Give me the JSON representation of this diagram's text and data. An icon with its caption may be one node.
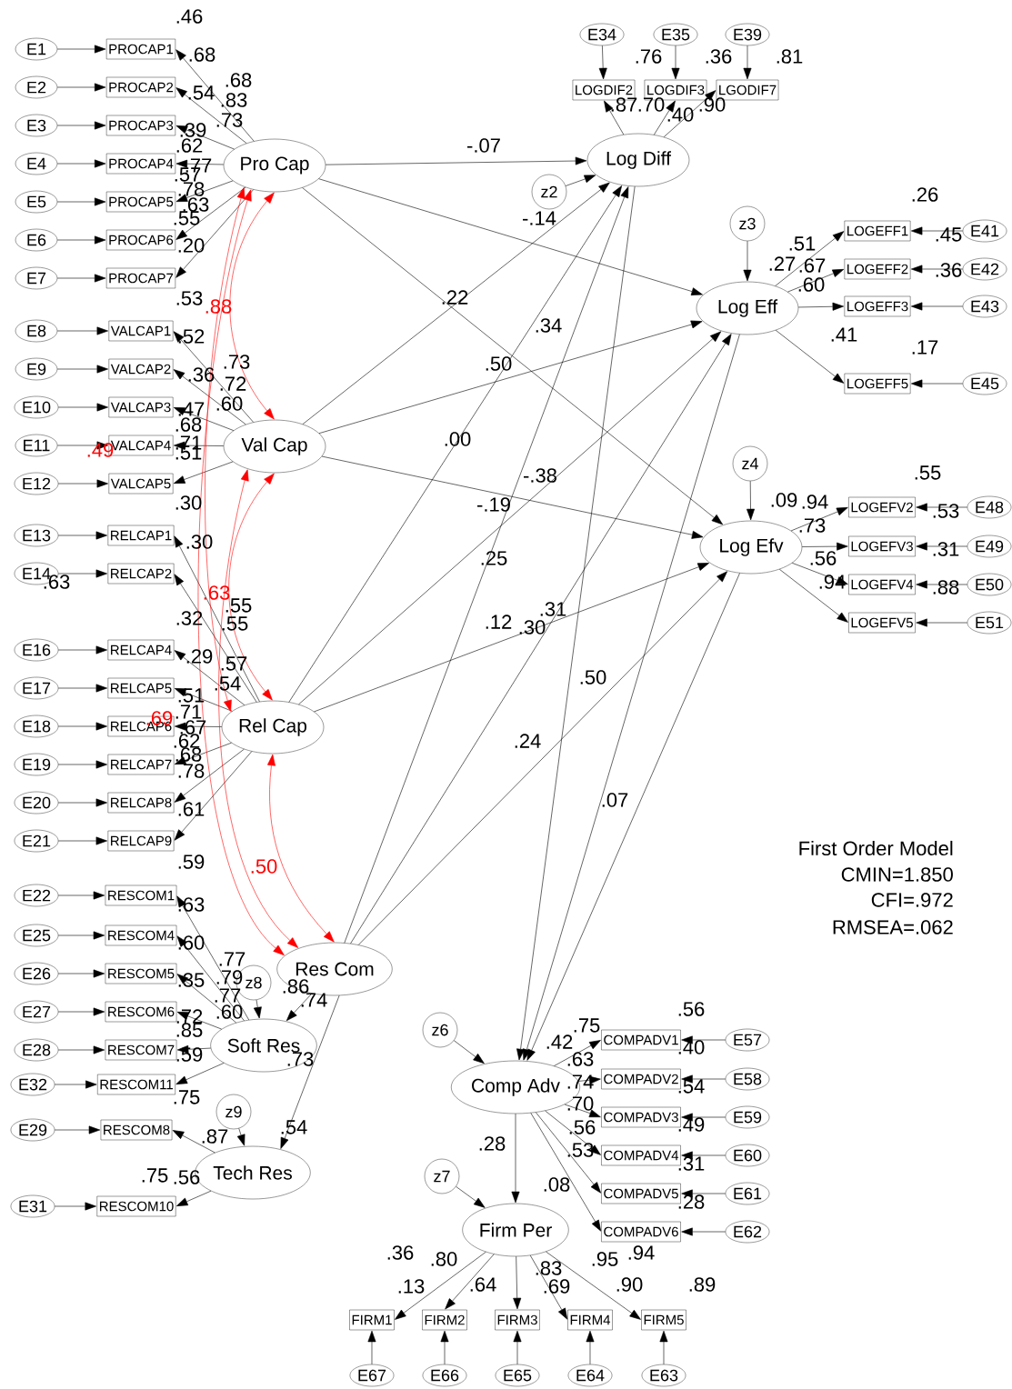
{
  "diagram": {
    "nodes": [
      {
        "text": [
          "E1"
        ]
      },
      {
        "text": [
          "PROCAP1"
        ]
      },
      {
        "text": [
          "E2"
        ]
      },
      {
        "text": [
          "PROCAP2"
        ]
      },
      {
        "text": [
          "E3"
        ]
      },
      {
        "text": [
          "PROCAP3"
        ]
      },
      {
        "text": [
          "E4"
        ]
      },
      {
        "text": [
          "PROCAP4"
        ]
      },
      {
        "text": [
          "E5"
        ]
      },
      {
        "text": [
          "PROCAP5"
        ]
      },
      {
        "text": [
          "E6"
        ]
      },
      {
        "text": [
          "PROCAP6"
        ]
      },
      {
        "text": [
          "E7"
        ]
      },
      {
        "text": [
          "PROCAP7"
        ]
      },
      {
        "text": [
          "E8"
        ]
      },
      {
        "text": [
          "VALCAP1"
        ]
      },
      {
        "text": [
          "E9"
        ]
      },
      {
        "text": [
          "VALCAP2"
        ]
      },
      {
        "text": [
          "E10"
        ]
      },
      {
        "text": [
          "VALCAP3"
        ]
      },
      {
        "text": [
          "E11"
        ]
      },
      {
        "text": [
          "VALCAP4"
        ]
      },
      {
        "text": [
          "E12"
        ]
      },
      {
        "text": [
          "VALCAP5"
        ]
      },
      {
        "text": [
          "E13"
        ]
      },
      {
        "text": [
          "RELCAP1"
        ]
      },
      {
        "text": [
          "E14"
        ]
      },
      {
        "text": [
          "RELCAP2"
        ]
      },
      {
        "text": [
          "E16"
        ]
      },
      {
        "text": [
          "RELCAP4"
        ]
      },
      {
        "text": [
          "E17"
        ]
      },
      {
        "text": [
          "RELCAP5"
        ]
      },
      {
        "text": [
          "E18"
        ]
      },
      {
        "text": [
          "RELCAP6"
        ]
      },
      {
        "text": [
          "E19"
        ]
      },
      {
        "text": [
          "RELCAP7"
        ]
      },
      {
        "text": [
          "E20"
        ]
      },
      {
        "text": [
          "RELCAP8"
        ]
      },
      {
        "text": [
          "E21"
        ]
      },
      {
        "text": [
          "RELCAP9"
        ]
      },
      {
        "text": [
          "E22"
        ]
      },
      {
        "text": [
          "RESCOM1"
        ]
      },
      {
        "text": [
          "E25"
        ]
      },
      {
        "text": [
          "RESCOM4"
        ]
      },
      {
        "text": [
          "E26"
        ]
      },
      {
        "text": [
          "RESCOM5"
        ]
      },
      {
        "text": [
          "E27"
        ]
      },
      {
        "text": [
          "RESCOM6"
        ]
      },
      {
        "text": [
          "E28"
        ]
      },
      {
        "text": [
          "RESCOM7"
        ]
      },
      {
        "text": [
          "E32"
        ]
      },
      {
        "text": [
          "RESCOM11"
        ]
      },
      {
        "text": [
          "E29"
        ]
      },
      {
        "text": [
          "RESCOM8"
        ]
      },
      {
        "text": [
          "E31"
        ]
      },
      {
        "text": [
          "RESCOM10"
        ]
      },
      {
        "text": [
          "Pro Cap"
        ]
      },
      {
        "text": [
          "Val Cap"
        ]
      },
      {
        "text": [
          "Rel Cap"
        ]
      },
      {
        "text": [
          "Res Com"
        ]
      },
      {
        "text": [
          "z8"
        ]
      },
      {
        "text": [
          "Soft Res"
        ]
      },
      {
        "text": [
          "z9"
        ]
      },
      {
        "text": [
          "Tech Res"
        ]
      },
      {
        "text": [
          "E34"
        ]
      },
      {
        "text": [
          "E35"
        ]
      },
      {
        "text": [
          "E39"
        ]
      },
      {
        "text": [
          "LOGDIF2"
        ]
      },
      {
        "text": [
          "LOGDIF3"
        ]
      },
      {
        "text": [
          "LGODIF7"
        ]
      },
      {
        "text": [
          "z2"
        ]
      },
      {
        "text": [
          "Log Diff"
        ]
      },
      {
        "text": [
          "z3"
        ]
      },
      {
        "text": [
          "Log Eff"
        ]
      },
      {
        "text": [
          "LOGEFF1"
        ]
      },
      {
        "text": [
          "E41"
        ]
      },
      {
        "text": [
          "LOGEFF2"
        ]
      },
      {
        "text": [
          "E42"
        ]
      },
      {
        "text": [
          "LOGEFF3"
        ]
      },
      {
        "text": [
          "E43"
        ]
      },
      {
        "text": [
          "LOGEFF5"
        ]
      },
      {
        "text": [
          "E45"
        ]
      },
      {
        "text": [
          "z4"
        ]
      },
      {
        "text": [
          "Log Efv"
        ]
      },
      {
        "text": [
          "LOGEFV2"
        ]
      },
      {
        "text": [
          "E48"
        ]
      },
      {
        "text": [
          "LOGEFV3"
        ]
      },
      {
        "text": [
          "E49"
        ]
      },
      {
        "text": [
          "LOGEFV4"
        ]
      },
      {
        "text": [
          "E50"
        ]
      },
      {
        "text": [
          "LOGEFV5"
        ]
      },
      {
        "text": [
          "E51"
        ]
      },
      {
        "text": [
          "z6"
        ]
      },
      {
        "text": [
          "Comp Adv"
        ]
      },
      {
        "text": [
          "COMPADV1"
        ]
      },
      {
        "text": [
          "E57"
        ]
      },
      {
        "text": [
          "COMPADV2"
        ]
      },
      {
        "text": [
          "E58"
        ]
      },
      {
        "text": [
          "COMPADV3"
        ]
      },
      {
        "text": [
          "E59"
        ]
      },
      {
        "text": [
          "COMPADV4"
        ]
      },
      {
        "text": [
          "E60"
        ]
      },
      {
        "text": [
          "COMPADV5"
        ]
      },
      {
        "text": [
          "E61"
        ]
      },
      {
        "text": [
          "COMPADV6"
        ]
      },
      {
        "text": [
          "E62"
        ]
      },
      {
        "text": [
          "z7"
        ]
      },
      {
        "text": [
          "Firm Per"
        ]
      },
      {
        "text": [
          "FIRM1"
        ]
      },
      {
        "text": [
          "FIRM2"
        ]
      },
      {
        "text": [
          "FIRM3"
        ]
      },
      {
        "text": [
          "FIRM4"
        ]
      },
      {
        "text": [
          "FIRM5"
        ]
      },
      {
        "text": [
          "E67"
        ]
      },
      {
        "text": [
          "E66"
        ]
      },
      {
        "text": [
          "E65"
        ]
      },
      {
        "text": [
          "E64"
        ]
      },
      {
        "text": [
          "E63"
        ]
      }
    ],
    "edges": [
      {
        "from": 0,
        "to": 1,
        "arrow": "to"
      },
      {
        "from": 2,
        "to": 3,
        "arrow": "to"
      },
      {
        "from": 4,
        "to": 5,
        "arrow": "to"
      },
      {
        "from": 6,
        "to": 7,
        "arrow": "to"
      },
      {
        "from": 8,
        "to": 9,
        "arrow": "to"
      },
      {
        "from": 10,
        "to": 11,
        "arrow": "to"
      },
      {
        "from": 12,
        "to": 13,
        "arrow": "to"
      },
      {
        "from": 14,
        "to": 15,
        "arrow": "to"
      },
      {
        "from": 16,
        "to": 17,
        "arrow": "to"
      },
      {
        "from": 18,
        "to": 19,
        "arrow": "to"
      },
      {
        "from": 20,
        "to": 21,
        "arrow": "to"
      },
      {
        "from": 22,
        "to": 23,
        "arrow": "to"
      },
      {
        "from": 24,
        "to": 25,
        "arrow": "to"
      },
      {
        "from": 26,
        "to": 27,
        "arrow": "to"
      },
      {
        "from": 28,
        "to": 29,
        "arrow": "to"
      },
      {
        "from": 30,
        "to": 31,
        "arrow": "to"
      },
      {
        "from": 32,
        "to": 33,
        "arrow": "to"
      },
      {
        "from": 34,
        "to": 35,
        "arrow": "to"
      },
      {
        "from": 36,
        "to": 37,
        "arrow": "to"
      },
      {
        "from": 38,
        "to": 39,
        "arrow": "to"
      },
      {
        "from": 40,
        "to": 41,
        "arrow": "to"
      },
      {
        "from": 42,
        "to": 43,
        "arrow": "to"
      },
      {
        "from": 44,
        "to": 45,
        "arrow": "to"
      },
      {
        "from": 46,
        "to": 47,
        "arrow": "to"
      },
      {
        "from": 48,
        "to": 49,
        "arrow": "to"
      },
      {
        "from": 50,
        "to": 51,
        "arrow": "to"
      },
      {
        "from": 52,
        "to": 53,
        "arrow": "to"
      },
      {
        "from": 54,
        "to": 55,
        "arrow": "to"
      },
      {
        "from": 56,
        "to": 1,
        "arrow": "to"
      },
      {
        "from": 56,
        "to": 3,
        "arrow": "to"
      },
      {
        "from": 56,
        "to": 5,
        "arrow": "to"
      },
      {
        "from": 56,
        "to": 7,
        "arrow": "to"
      },
      {
        "from": 56,
        "to": 9,
        "arrow": "to"
      },
      {
        "from": 56,
        "to": 11,
        "arrow": "to"
      },
      {
        "from": 56,
        "to": 13,
        "arrow": "to"
      },
      {
        "from": 57,
        "to": 15,
        "arrow": "to"
      },
      {
        "from": 57,
        "to": 17,
        "arrow": "to"
      },
      {
        "from": 57,
        "to": 19,
        "arrow": "to"
      },
      {
        "from": 57,
        "to": 21,
        "arrow": "to"
      },
      {
        "from": 57,
        "to": 23,
        "arrow": "to"
      },
      {
        "from": 58,
        "to": 25,
        "arrow": "to"
      },
      {
        "from": 58,
        "to": 27,
        "arrow": "to"
      },
      {
        "from": 58,
        "to": 29,
        "arrow": "to"
      },
      {
        "from": 58,
        "to": 31,
        "arrow": "to"
      },
      {
        "from": 58,
        "to": 33,
        "arrow": "to"
      },
      {
        "from": 58,
        "to": 35,
        "arrow": "to"
      },
      {
        "from": 58,
        "to": 37,
        "arrow": "to"
      },
      {
        "from": 58,
        "to": 39,
        "arrow": "to"
      },
      {
        "from": 61,
        "to": 41,
        "arrow": "to"
      },
      {
        "from": 61,
        "to": 43,
        "arrow": "to"
      },
      {
        "from": 61,
        "to": 45,
        "arrow": "to"
      },
      {
        "from": 61,
        "to": 47,
        "arrow": "to"
      },
      {
        "from": 61,
        "to": 49,
        "arrow": "to"
      },
      {
        "from": 61,
        "to": 51,
        "arrow": "to"
      },
      {
        "from": 63,
        "to": 53,
        "arrow": "to"
      },
      {
        "from": 63,
        "to": 55,
        "arrow": "to"
      },
      {
        "from": 59,
        "to": 61,
        "arrow": "to"
      },
      {
        "from": 59,
        "to": 63,
        "arrow": "to"
      },
      {
        "from": 60,
        "to": 61,
        "arrow": "to"
      },
      {
        "from": 62,
        "to": 63,
        "arrow": "to"
      },
      {
        "from": 56,
        "to": 57,
        "arrow": "both",
        "color": "#ff0000"
      },
      {
        "from": 57,
        "to": 58,
        "arrow": "both",
        "color": "#ff0000"
      },
      {
        "from": 58,
        "to": 59,
        "arrow": "both",
        "color": "#ff0000"
      },
      {
        "from": 56,
        "to": 58,
        "arrow": "both",
        "color": "#ff0000"
      },
      {
        "from": 56,
        "to": 59,
        "arrow": "both",
        "color": "#ff0000"
      },
      {
        "from": 57,
        "to": 59,
        "arrow": "both",
        "color": "#ff0000"
      },
      {
        "from": 64,
        "to": 67,
        "arrow": "to"
      },
      {
        "from": 65,
        "to": 68,
        "arrow": "to"
      },
      {
        "from": 66,
        "to": 69,
        "arrow": "to"
      },
      {
        "from": 71,
        "to": 67,
        "arrow": "to"
      },
      {
        "from": 71,
        "to": 68,
        "arrow": "to"
      },
      {
        "from": 71,
        "to": 69,
        "arrow": "to"
      },
      {
        "from": 70,
        "to": 71,
        "arrow": "to"
      },
      {
        "from": 56,
        "to": 71,
        "arrow": "to"
      },
      {
        "from": 56,
        "to": 73,
        "arrow": "to"
      },
      {
        "from": 56,
        "to": 83,
        "arrow": "to"
      },
      {
        "from": 57,
        "to": 71,
        "arrow": "to"
      },
      {
        "from": 57,
        "to": 73,
        "arrow": "to"
      },
      {
        "from": 57,
        "to": 83,
        "arrow": "to"
      },
      {
        "from": 58,
        "to": 71,
        "arrow": "to"
      },
      {
        "from": 58,
        "to": 73,
        "arrow": "to"
      },
      {
        "from": 58,
        "to": 83,
        "arrow": "to"
      },
      {
        "from": 59,
        "to": 71,
        "arrow": "to"
      },
      {
        "from": 59,
        "to": 73,
        "arrow": "to"
      },
      {
        "from": 59,
        "to": 83,
        "arrow": "to"
      },
      {
        "from": 72,
        "to": 73,
        "arrow": "to"
      },
      {
        "from": 73,
        "to": 74,
        "arrow": "to"
      },
      {
        "from": 73,
        "to": 76,
        "arrow": "to"
      },
      {
        "from": 73,
        "to": 78,
        "arrow": "to"
      },
      {
        "from": 73,
        "to": 80,
        "arrow": "to"
      },
      {
        "from": 75,
        "to": 74,
        "arrow": "to"
      },
      {
        "from": 77,
        "to": 76,
        "arrow": "to"
      },
      {
        "from": 79,
        "to": 78,
        "arrow": "to"
      },
      {
        "from": 81,
        "to": 80,
        "arrow": "to"
      },
      {
        "from": 82,
        "to": 83,
        "arrow": "to"
      },
      {
        "from": 83,
        "to": 84,
        "arrow": "to"
      },
      {
        "from": 83,
        "to": 86,
        "arrow": "to"
      },
      {
        "from": 83,
        "to": 88,
        "arrow": "to"
      },
      {
        "from": 83,
        "to": 90,
        "arrow": "to"
      },
      {
        "from": 85,
        "to": 84,
        "arrow": "to"
      },
      {
        "from": 87,
        "to": 86,
        "arrow": "to"
      },
      {
        "from": 89,
        "to": 88,
        "arrow": "to"
      },
      {
        "from": 91,
        "to": 90,
        "arrow": "to"
      },
      {
        "from": 71,
        "to": 93,
        "arrow": "to"
      },
      {
        "from": 73,
        "to": 93,
        "arrow": "to"
      },
      {
        "from": 83,
        "to": 93,
        "arrow": "to"
      },
      {
        "from": 92,
        "to": 93,
        "arrow": "to"
      },
      {
        "from": 93,
        "to": 94,
        "arrow": "to"
      },
      {
        "from": 93,
        "to": 96,
        "arrow": "to"
      },
      {
        "from": 93,
        "to": 98,
        "arrow": "to"
      },
      {
        "from": 93,
        "to": 100,
        "arrow": "to"
      },
      {
        "from": 93,
        "to": 102,
        "arrow": "to"
      },
      {
        "from": 93,
        "to": 104,
        "arrow": "to"
      },
      {
        "from": 95,
        "to": 94,
        "arrow": "to"
      },
      {
        "from": 97,
        "to": 96,
        "arrow": "to"
      },
      {
        "from": 99,
        "to": 98,
        "arrow": "to"
      },
      {
        "from": 101,
        "to": 100,
        "arrow": "to"
      },
      {
        "from": 103,
        "to": 102,
        "arrow": "to"
      },
      {
        "from": 105,
        "to": 104,
        "arrow": "to"
      },
      {
        "from": 93,
        "to": 107,
        "arrow": "to"
      },
      {
        "from": 106,
        "to": 107,
        "arrow": "to"
      },
      {
        "from": 107,
        "to": 108,
        "arrow": "to"
      },
      {
        "from": 107,
        "to": 109,
        "arrow": "to"
      },
      {
        "from": 107,
        "to": 110,
        "arrow": "to"
      },
      {
        "from": 107,
        "to": 111,
        "arrow": "to"
      },
      {
        "from": 107,
        "to": 112,
        "arrow": "to"
      },
      {
        "from": 113,
        "to": 108,
        "arrow": "to"
      },
      {
        "from": 114,
        "to": 109,
        "arrow": "to"
      },
      {
        "from": 115,
        "to": 110,
        "arrow": "to"
      },
      {
        "from": 116,
        "to": 111,
        "arrow": "to"
      },
      {
        "from": 117,
        "to": 112,
        "arrow": "to"
      }
    ],
    "labels": [
      ".46",
      ".68",
      ".68",
      ".54",
      ".83",
      ".73",
      ".39",
      ".62",
      ".77",
      ".57",
      ".78",
      ".63",
      ".55",
      ".20",
      ".53",
      ".88",
      ".52",
      ".73",
      ".36",
      ".72",
      ".47",
      ".60",
      ".68",
      ".71",
      ".49",
      ".51",
      ".30",
      ".30",
      ".63",
      ".63",
      ".55",
      ".32",
      ".55",
      ".29",
      ".57",
      ".54",
      ".51",
      ".71",
      ".69",
      ".67",
      ".62",
      ".68",
      ".78",
      ".61",
      ".59",
      ".50",
      ".63",
      ".60",
      ".77",
      ".35",
      ".79",
      ".86",
      ".77",
      ".74",
      ".72",
      ".60",
      ".85",
      ".59",
      ".73",
      ".75",
      ".54",
      ".87",
      ".75",
      ".56",
      ".76",
      ".36",
      ".81",
      ".87",
      ".70",
      ".40",
      ".90",
      "-.07",
      "-.14",
      ".26",
      ".51",
      ".27",
      ".67",
      ".45",
      ".36",
      ".60",
      ".22",
      ".34",
      ".41",
      ".17",
      ".50",
      ".00",
      "-.38",
      ".55",
      "-.19",
      ".09",
      ".94",
      ".53",
      ".73",
      ".56",
      ".31",
      ".25",
      ".94",
      ".88",
      ".31",
      ".12",
      ".30",
      ".50",
      ".24",
      ".07",
      "First Order Model",
      "CMIN=1.850",
      "CFI=.972",
      "RMSEA=.062",
      ".56",
      ".42",
      ".75",
      ".63",
      ".40",
      ".74",
      ".54",
      ".70",
      ".56",
      ".49",
      ".28",
      ".53",
      ".31",
      ".08",
      ".28",
      ".36",
      ".94",
      ".80",
      ".95",
      ".83",
      ".13",
      ".64",
      ".69",
      ".90",
      ".89"
    ]
  }
}
